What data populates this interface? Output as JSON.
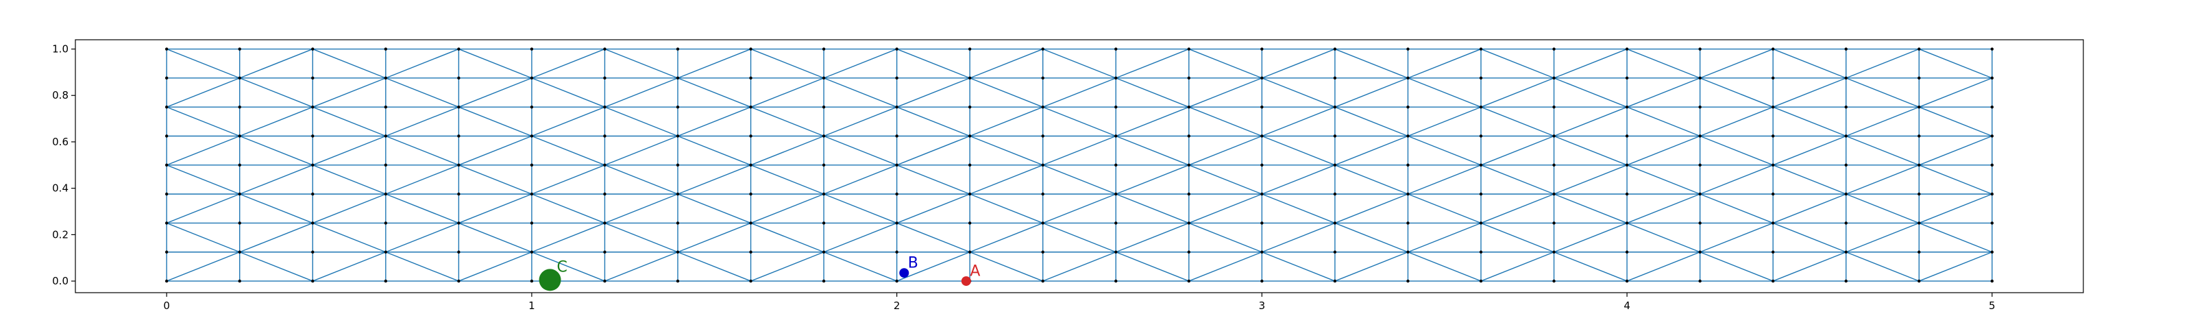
{
  "chart_data": {
    "type": "scatter",
    "title": "",
    "xlabel": "",
    "ylabel": "",
    "xlim": [
      -0.25,
      5.25
    ],
    "ylim": [
      -0.05,
      1.04
    ],
    "grid": false,
    "xticks": [
      0,
      1,
      2,
      3,
      4,
      5
    ],
    "xtick_labels": [
      "0",
      "1",
      "2",
      "3",
      "4",
      "5"
    ],
    "yticks": [
      0.0,
      0.2,
      0.4,
      0.6,
      0.8,
      1.0
    ],
    "ytick_labels": [
      "0.0",
      "0.2",
      "0.4",
      "0.6",
      "0.8",
      "1.0"
    ],
    "mesh": {
      "color": "#1f77b4",
      "node_color": "#000000",
      "nx": 25,
      "ny": 9,
      "x_range": [
        0,
        5
      ],
      "y_range": [
        0,
        1
      ]
    },
    "points": [
      {
        "label": "A",
        "x": 2.19,
        "y": 0.0,
        "color": "#d62728",
        "size": "small"
      },
      {
        "label": "B",
        "x": 2.02,
        "y": 0.035,
        "color": "#0000cc",
        "size": "small"
      },
      {
        "label": "C",
        "x": 1.05,
        "y": 0.005,
        "color": "#1a7f1a",
        "size": "large"
      }
    ]
  }
}
